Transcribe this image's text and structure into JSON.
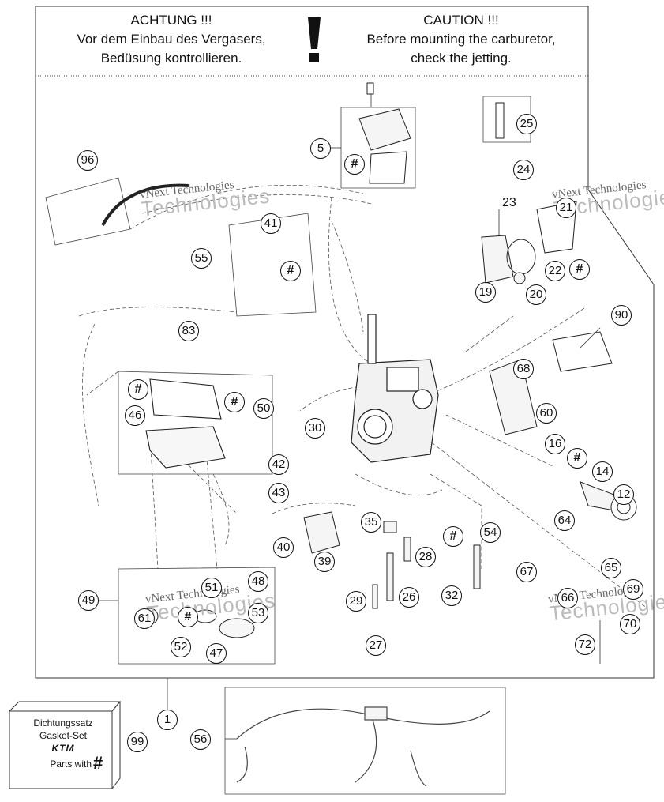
{
  "header": {
    "de_line1": "ACHTUNG !!!",
    "de_line2": "Vor dem Einbau des Vergasers,",
    "de_line3": "Bedüsung kontrollieren.",
    "en_line1": "CAUTION !!!",
    "en_line2": "Before mounting the carburetor,",
    "en_line3": "check the jetting."
  },
  "watermark": {
    "line1": "vNext Technologies",
    "line2": "Technologies"
  },
  "gasket_set": {
    "line1": "Dichtungssatz",
    "line2": "Gasket-Set",
    "logo": "KTM",
    "line3": "Parts with",
    "symbol": "#"
  },
  "callouts": [
    {
      "label": "96"
    },
    {
      "label": "5"
    },
    {
      "label": "#"
    },
    {
      "label": "25"
    },
    {
      "label": "24"
    },
    {
      "label": "23"
    },
    {
      "label": "21"
    },
    {
      "label": "22"
    },
    {
      "label": "#"
    },
    {
      "label": "19"
    },
    {
      "label": "20"
    },
    {
      "label": "41"
    },
    {
      "label": "#"
    },
    {
      "label": "55"
    },
    {
      "label": "90"
    },
    {
      "label": "83"
    },
    {
      "label": "#"
    },
    {
      "label": "68"
    },
    {
      "label": "#"
    },
    {
      "label": "46"
    },
    {
      "label": "50"
    },
    {
      "label": "60"
    },
    {
      "label": "30"
    },
    {
      "label": "16"
    },
    {
      "label": "#"
    },
    {
      "label": "14"
    },
    {
      "label": "42"
    },
    {
      "label": "43"
    },
    {
      "label": "12"
    },
    {
      "label": "64"
    },
    {
      "label": "35"
    },
    {
      "label": "#"
    },
    {
      "label": "54"
    },
    {
      "label": "40"
    },
    {
      "label": "28"
    },
    {
      "label": "39"
    },
    {
      "label": "67"
    },
    {
      "label": "65"
    },
    {
      "label": "69"
    },
    {
      "label": "48"
    },
    {
      "label": "51"
    },
    {
      "label": "49"
    },
    {
      "label": "53"
    },
    {
      "label": "29"
    },
    {
      "label": "26"
    },
    {
      "label": "32"
    },
    {
      "label": "66"
    },
    {
      "label": "70"
    },
    {
      "label": "#"
    },
    {
      "label": "61"
    },
    {
      "label": "52"
    },
    {
      "label": "47"
    },
    {
      "label": "27"
    },
    {
      "label": "72"
    },
    {
      "label": "1"
    },
    {
      "label": "99"
    },
    {
      "label": "56"
    }
  ]
}
